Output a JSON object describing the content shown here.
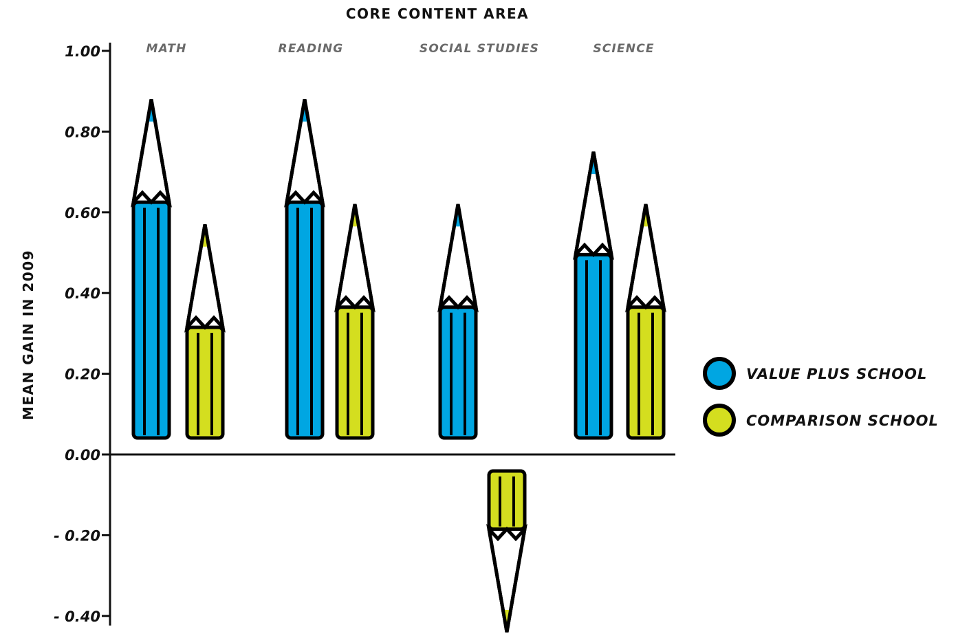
{
  "chart_data": {
    "type": "bar",
    "title": "CORE CONTENT AREA",
    "xlabel": "",
    "ylabel": "MEAN GAIN IN 2009",
    "categories": [
      "MATH",
      "READING",
      "SOCIAL STUDIES",
      "SCIENCE"
    ],
    "series": [
      {
        "name": "VALUE PLUS SCHOOL",
        "color": "#00a6e2",
        "values": [
          0.88,
          0.88,
          0.62,
          0.75
        ]
      },
      {
        "name": "COMPARISON SCHOOL",
        "color": "#d4de1f",
        "values": [
          0.57,
          0.62,
          -0.44,
          0.62
        ]
      }
    ],
    "ylim": [
      -0.4,
      1.0
    ],
    "yticks": [
      1.0,
      0.8,
      0.6,
      0.4,
      0.2,
      0.0,
      -0.2,
      -0.4
    ],
    "ytick_labels": [
      "1.00",
      "0.80",
      "0.60",
      "0.40",
      "0.20",
      "0.00",
      "- 0.20",
      "- 0.40"
    ],
    "grid": false,
    "legend_position": "right",
    "mark_style": "pencil"
  }
}
